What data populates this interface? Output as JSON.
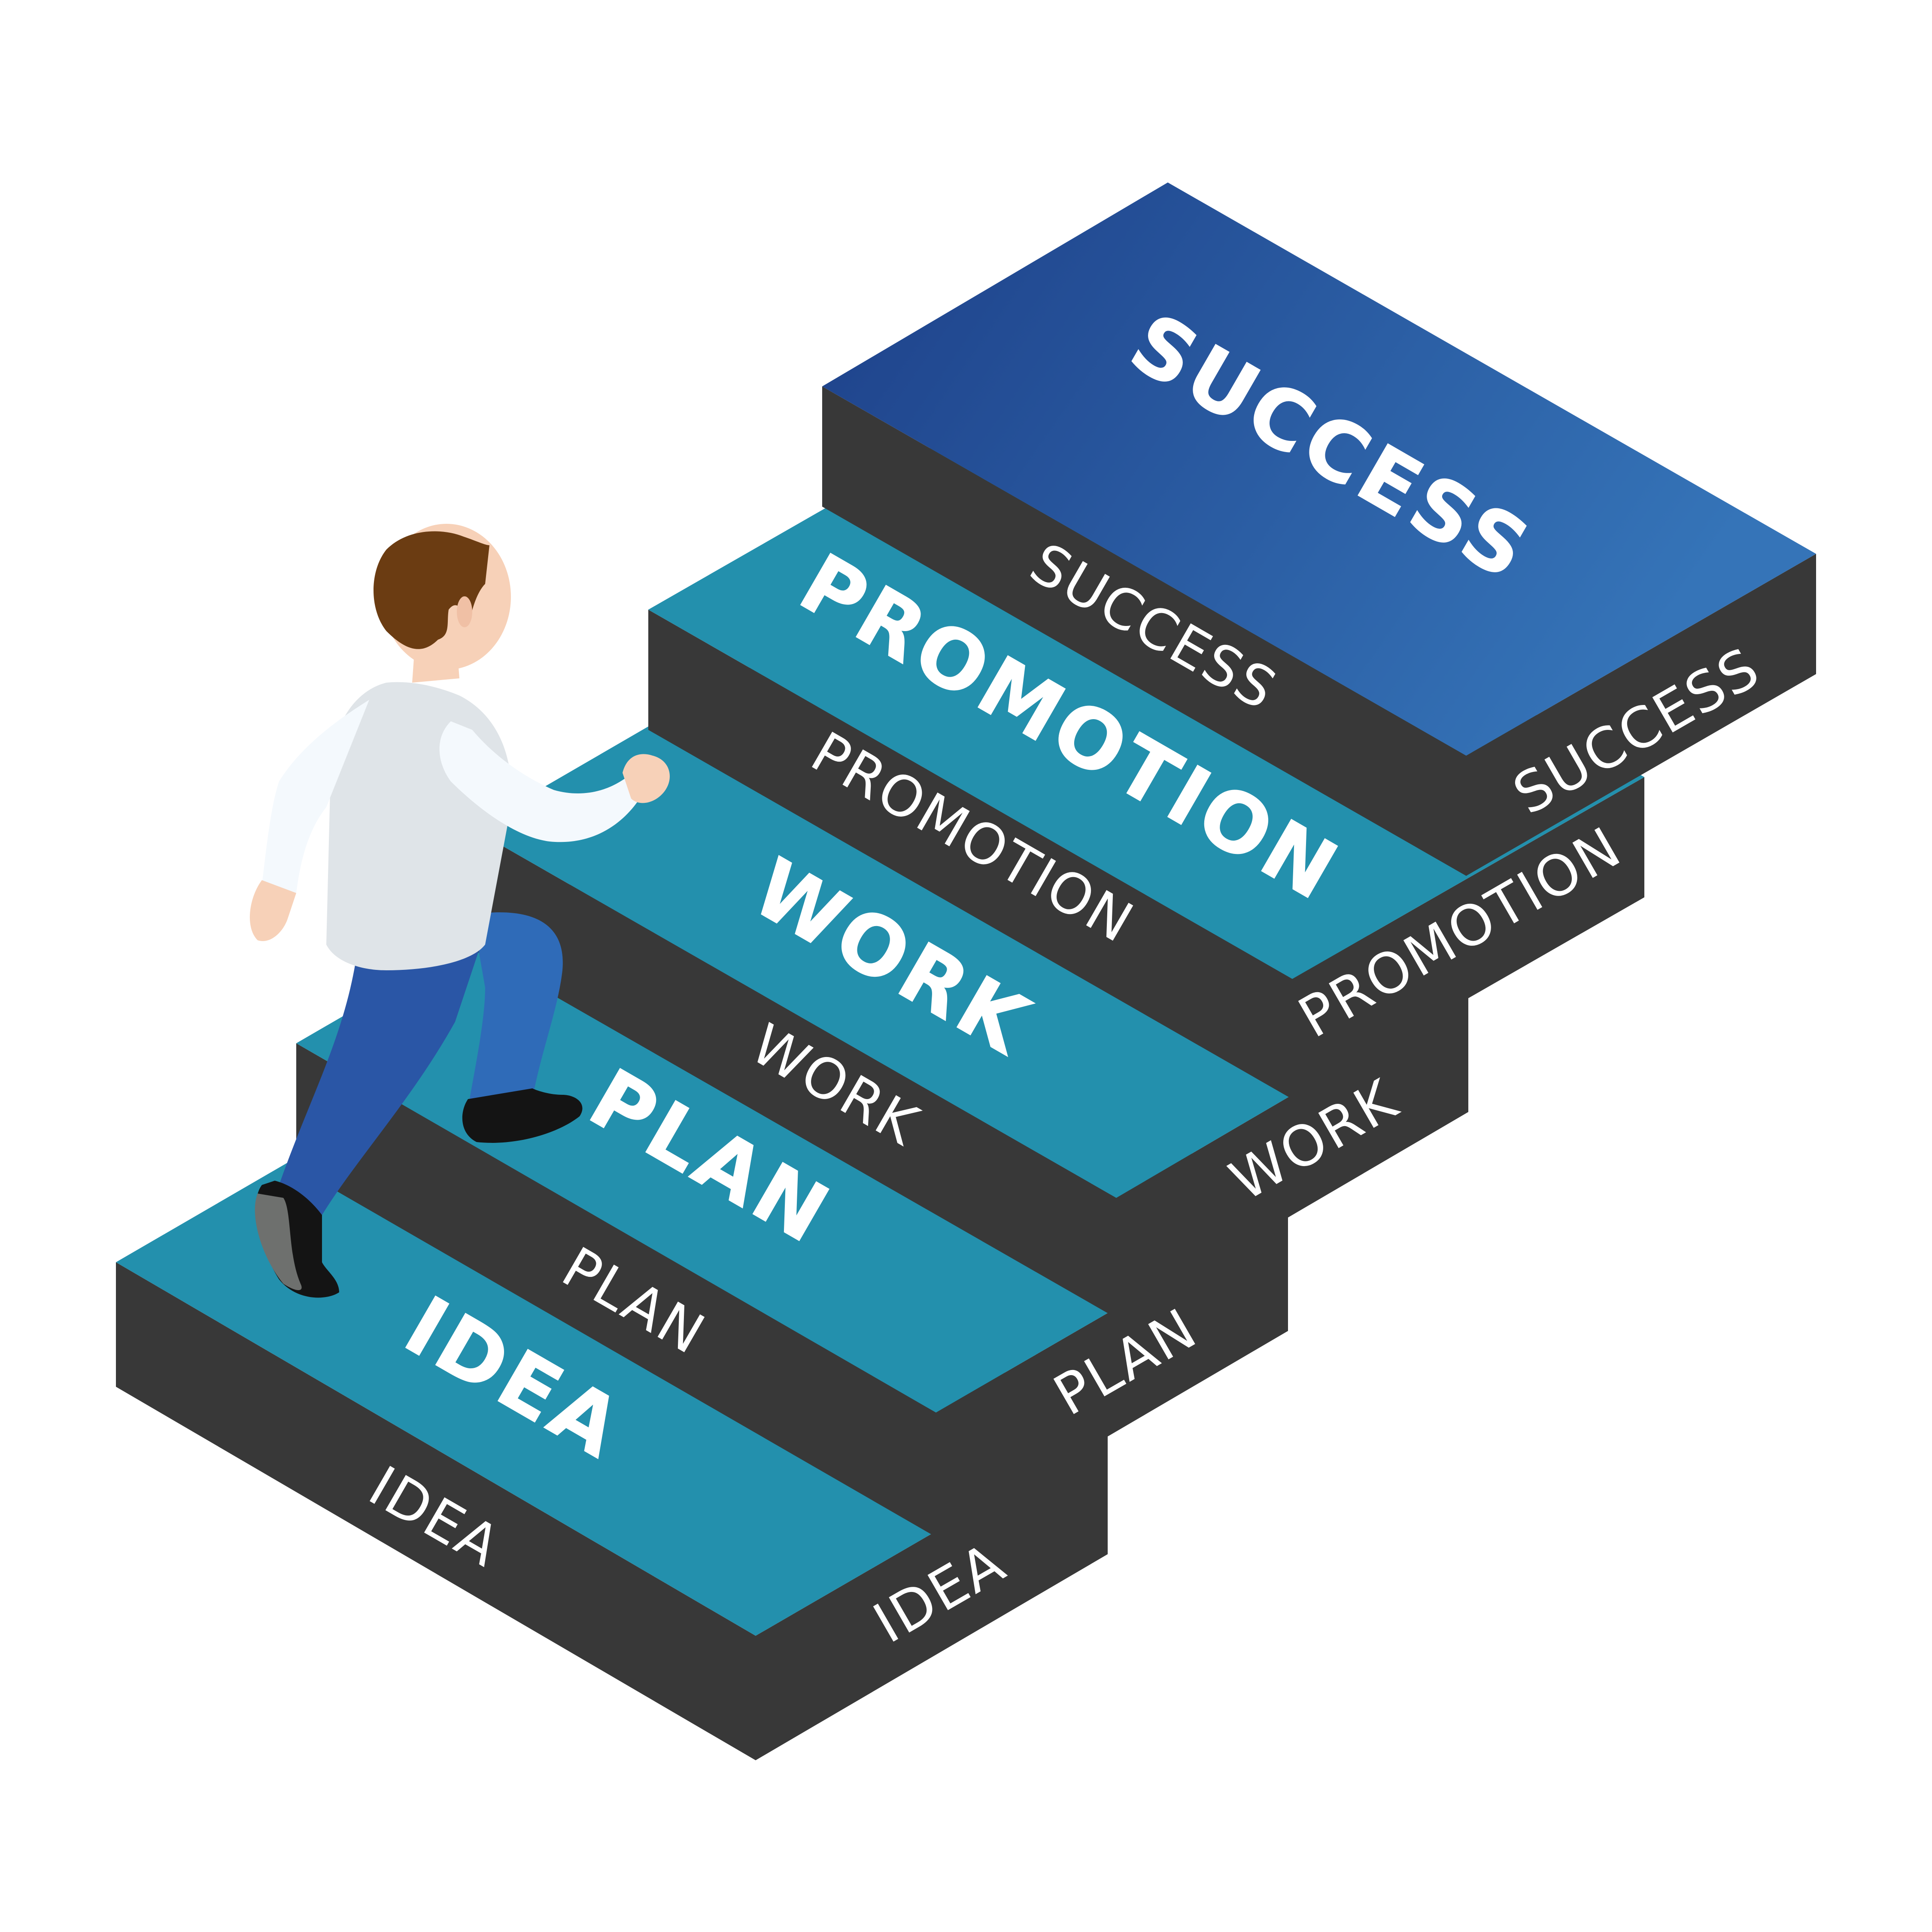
{
  "steps": [
    {
      "label": "IDEA",
      "top_color": "#2390ad"
    },
    {
      "label": "PLAN",
      "top_color": "#2390ad"
    },
    {
      "label": "WORK",
      "top_color": "#2390ad"
    },
    {
      "label": "PROMOTION",
      "top_color": "#2390ad"
    },
    {
      "label": "SUCCESS",
      "top_color_start": "#1d3f88",
      "top_color_end": "#3574b8"
    }
  ],
  "colors": {
    "side": "#383838",
    "shirt": "#dfe4e8",
    "pants": "#2a56a6",
    "hair": "#6b3c12",
    "skin": "#f7d1b8",
    "shoes": "#141414"
  },
  "figure": {
    "name": "businessman climbing stairs"
  }
}
